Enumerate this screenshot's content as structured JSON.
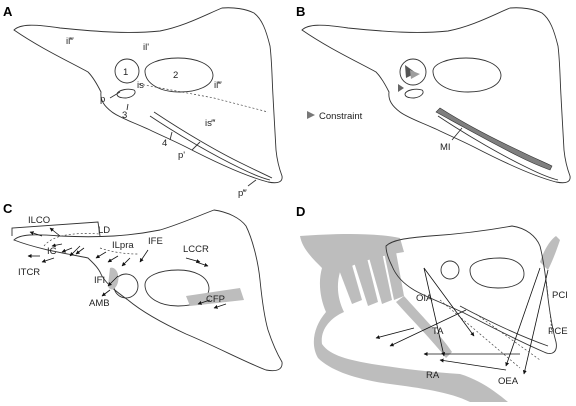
{
  "panels": {
    "a": {
      "letter": "A",
      "labels": {
        "il_triple_prime_left": "il‴",
        "il_prime": "il'",
        "num_1": "1",
        "num_2": "2",
        "is": "is",
        "il_triple_prime_right": "il‴",
        "p": "p",
        "num_3": "3",
        "is_double_prime": "is‴",
        "num_4": "4",
        "p_prime": "p'",
        "p_double_prime": "p‴"
      }
    },
    "b": {
      "letter": "B",
      "legend_constraint": "Constraint",
      "label_mi": "MI"
    },
    "c": {
      "letter": "C",
      "labels": {
        "ilco": "ILCO",
        "ld": "LD",
        "ic": "IC",
        "ilpra": "ILpra",
        "ife": "IFE",
        "lccr": "LCCR",
        "itcr": "ITCR",
        "ifi": "IFI",
        "amb": "AMB",
        "cfp": "CFP"
      }
    },
    "d": {
      "letter": "D",
      "labels": {
        "oia": "OIA",
        "ta": "TA",
        "ra": "RA",
        "oea": "OEA",
        "pci": "PCI",
        "pce": "PCE"
      }
    }
  }
}
